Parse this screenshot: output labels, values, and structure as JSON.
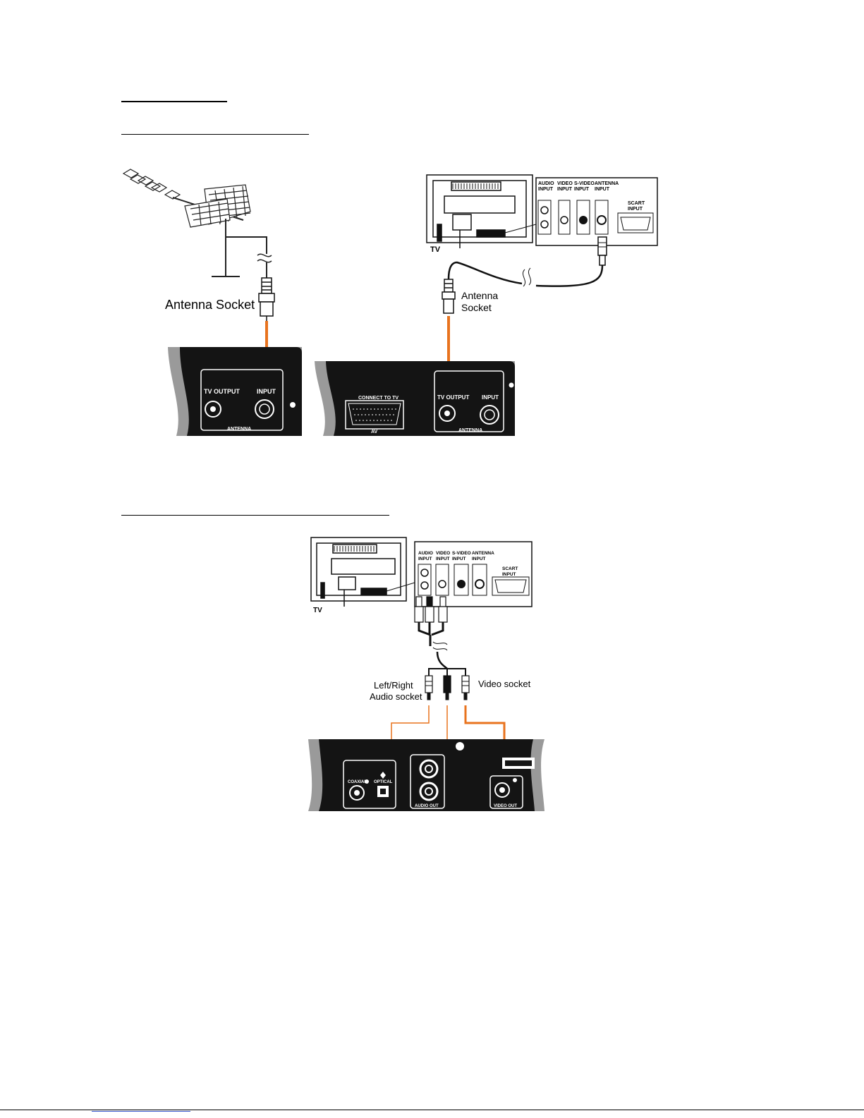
{
  "diagram1": {
    "antenna_socket_label": "Antenna Socket",
    "antenna_socket_label_2": [
      "Antenna",
      "Socket"
    ],
    "tv_label": "TV",
    "tv_panel": {
      "audio_input": [
        "AUDIO",
        "INPUT"
      ],
      "video_input": [
        "VIDEO",
        "INPUT"
      ],
      "svideo_input": [
        "S-VIDEO",
        "INPUT"
      ],
      "antenna_input": [
        "ANTENNA",
        "INPUT"
      ],
      "scart_input": [
        "SCART",
        "INPUT"
      ]
    },
    "device_left": {
      "tv_output": "TV OUTPUT",
      "input": "INPUT",
      "antenna": "ANTENNA"
    },
    "device_right": {
      "scart_label": "CONNECT TO TV",
      "av": "AV",
      "tv_output": "TV OUTPUT",
      "input": "INPUT",
      "antenna": "ANTENNA"
    }
  },
  "diagram2": {
    "tv_label": "TV",
    "tv_panel": {
      "audio_input": [
        "AUDIO",
        "INPUT"
      ],
      "video_input": [
        "VIDEO",
        "INPUT"
      ],
      "svideo_input": [
        "S-VIDEO",
        "INPUT"
      ],
      "antenna_input": [
        "ANTENNA",
        "INPUT"
      ],
      "scart_input": [
        "SCART",
        "INPUT"
      ]
    },
    "left_right_audio_label": [
      "Left/Right",
      "Audio socket"
    ],
    "video_socket_label": "Video socket",
    "device": {
      "coaxial": "COAXIAL",
      "optical": "OPTICAL",
      "audio_out": "AUDIO OUT",
      "video_out": "VIDEO OUT"
    }
  },
  "colors": {
    "accent": "#e8731e",
    "panel": "#141414",
    "bezel": "#9a9a9a"
  }
}
